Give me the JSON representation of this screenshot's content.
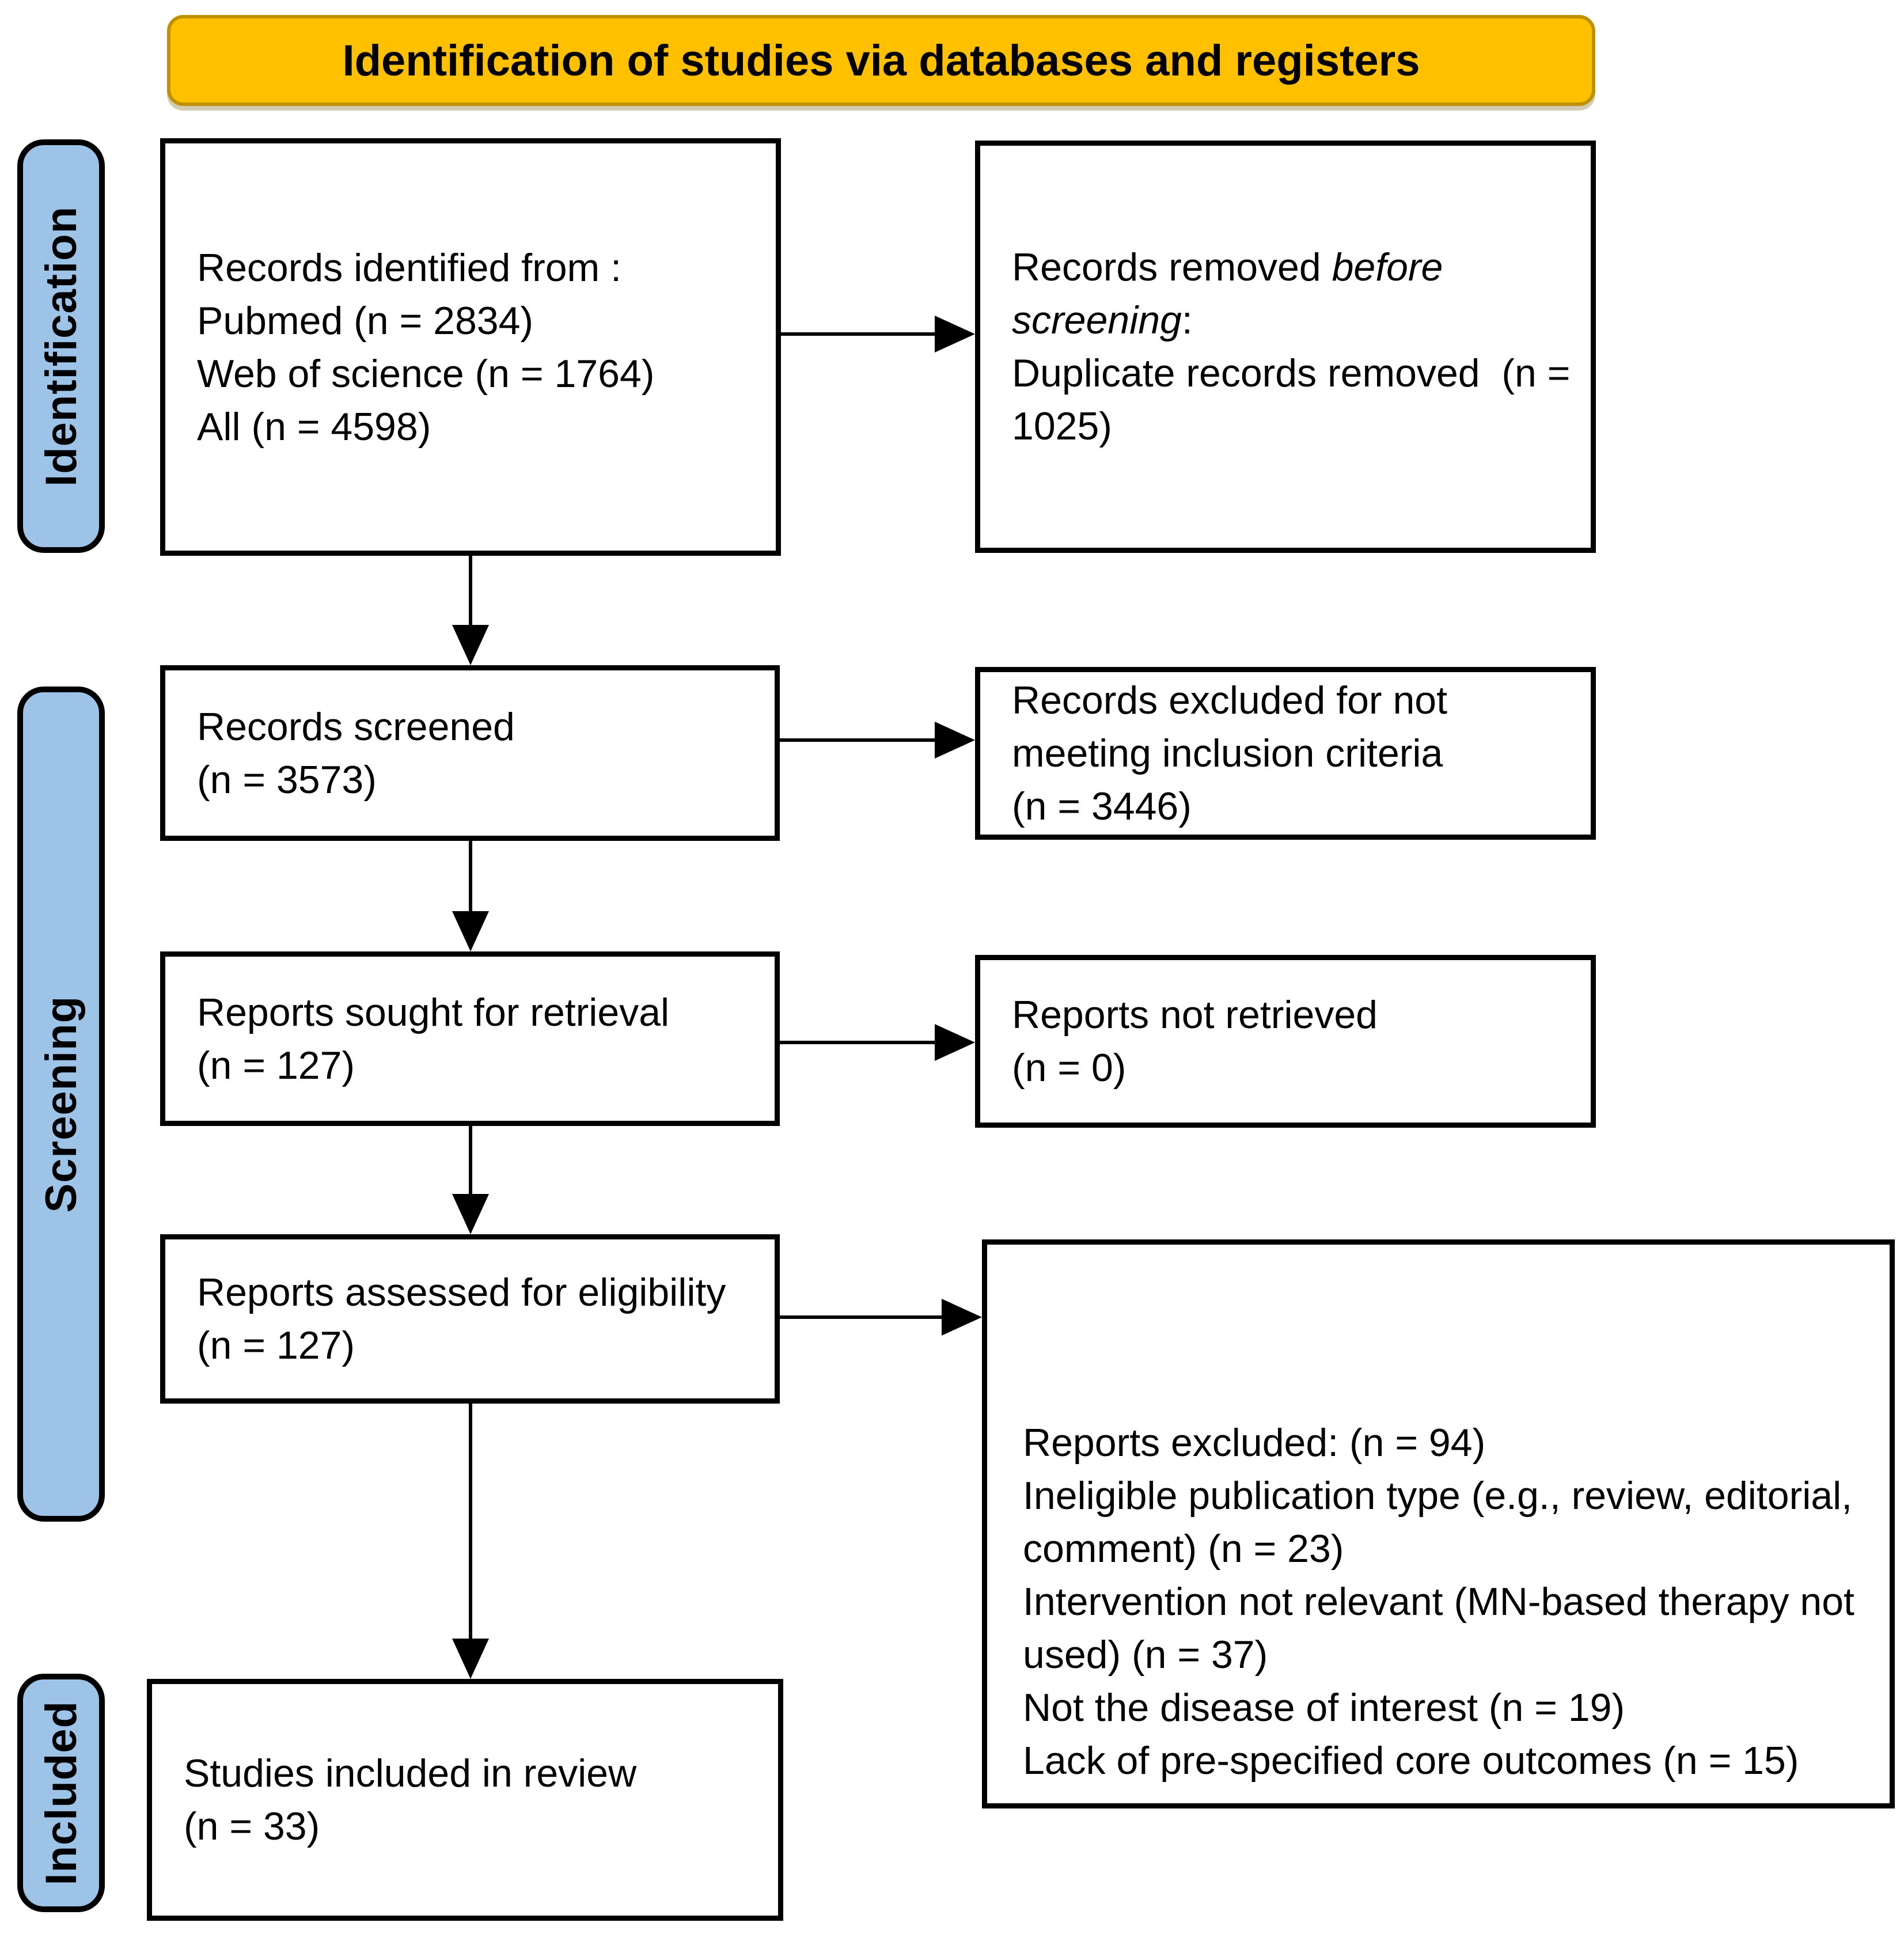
{
  "title": "PRISMA flow diagram",
  "colors": {
    "banner_fill": "#FFC000",
    "banner_border": "#BF9000",
    "stage_fill": "#9DC3E6",
    "box_border": "#000000",
    "box_fill": "#FFFFFF",
    "arrow_color": "#000000"
  },
  "banner": {
    "label": "Identification of studies via databases and registers"
  },
  "stages": {
    "identification": {
      "label": "Identification"
    },
    "screening": {
      "label": "Screening"
    },
    "included": {
      "label": "Included"
    }
  },
  "boxes": {
    "identified": {
      "lines": [
        [
          {
            "t": "Records identified from :"
          }
        ],
        [
          {
            "t": "Pubmed (n = 2834)"
          }
        ],
        [
          {
            "t": "Web of science (n = 1764)"
          }
        ],
        [
          {
            "t": "All (n = 4598)"
          }
        ]
      ]
    },
    "removed": {
      "lines": [
        [
          {
            "t": "Records removed "
          },
          {
            "t": "before",
            "i": true
          }
        ],
        [
          {
            "t": "screening",
            "i": true
          },
          {
            "t": ":"
          }
        ],
        [
          {
            "t": "Duplicate records removed  (n ="
          }
        ],
        [
          {
            "t": "1025)"
          }
        ]
      ]
    },
    "screened": {
      "lines": [
        [
          {
            "t": "Records screened"
          }
        ],
        [
          {
            "t": "(n = 3573)"
          }
        ]
      ]
    },
    "excluded_screening": {
      "lines": [
        [
          {
            "t": "Records excluded for not"
          }
        ],
        [
          {
            "t": "meeting inclusion criteria"
          }
        ],
        [
          {
            "t": "(n = 3446)"
          }
        ]
      ]
    },
    "sought": {
      "lines": [
        [
          {
            "t": "Reports sought for retrieval"
          }
        ],
        [
          {
            "t": "(n = 127)"
          }
        ]
      ]
    },
    "not_retrieved": {
      "lines": [
        [
          {
            "t": "Reports not retrieved"
          }
        ],
        [
          {
            "t": "(n = 0)"
          }
        ]
      ]
    },
    "assessed": {
      "lines": [
        [
          {
            "t": "Reports assessed for eligibility"
          }
        ],
        [
          {
            "t": "(n = 127)"
          }
        ]
      ]
    },
    "excluded_reports": {
      "lines": [
        [
          {
            "t": "Reports excluded: (n = 94)"
          }
        ],
        [
          {
            "t": "Ineligible publication type (e.g., review, editorial,"
          }
        ],
        [
          {
            "t": "comment) (n = 23)"
          }
        ],
        [
          {
            "t": "Intervention not relevant (MN-based therapy not"
          }
        ],
        [
          {
            "t": "used) (n = 37)"
          }
        ],
        [
          {
            "t": "Not the disease of interest (n = 19)"
          }
        ],
        [
          {
            "t": "Lack of pre-specified core outcomes (n = 15)"
          }
        ]
      ]
    },
    "included_review": {
      "lines": [
        [
          {
            "t": "Studies included in review"
          }
        ],
        [
          {
            "t": "(n = 33)"
          }
        ]
      ]
    }
  }
}
